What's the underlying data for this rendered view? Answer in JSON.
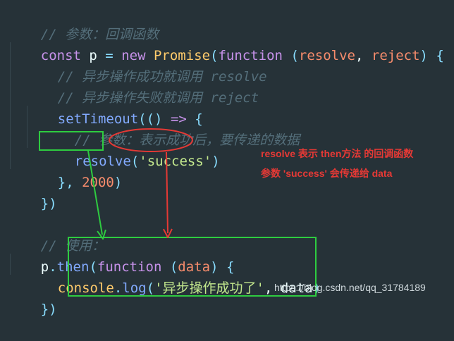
{
  "code": {
    "l1_comment": "// 参数：回调函数",
    "l2": {
      "kw_const": "const",
      "var_p": " p ",
      "eq": "=",
      "kw_new": " new ",
      "cls_promise": "Promise",
      "paren_open": "(",
      "kw_function": "function",
      "space": " ",
      "args_open": "(",
      "param_resolve": "resolve",
      "comma": ", ",
      "param_reject": "reject",
      "args_close": ")",
      "brace": " {"
    },
    "l3_comment": "// 异步操作成功就调用 resolve",
    "l4_comment": "// 异步操作失败就调用 reject",
    "l5": {
      "fn_settimeout": "setTimeout",
      "paren": "((",
      "close": ")",
      "arrow": " =>",
      "brace": " {"
    },
    "l6_comment": "// 参数：表示成功后，要传递的数据",
    "l7": {
      "fn_resolve": "resolve",
      "paren_open": "(",
      "str_success": "'success'",
      "paren_close": ")"
    },
    "l8": {
      "close": "}, ",
      "num_delay": "2000",
      "paren": ")"
    },
    "l9": "})",
    "l11_comment": "// 使用：",
    "l12": {
      "var_p": "p",
      "dot": ".",
      "fn_then": "then",
      "paren_open": "(",
      "kw_function": "function",
      "args_open": " (",
      "param_data": "data",
      "args_close": ")",
      "brace": " {"
    },
    "l13": {
      "obj_console": "console",
      "dot": ".",
      "fn_log": "log",
      "paren_open": "(",
      "str_msg": "'异步操作成功了'",
      "comma": ", ",
      "arg_data": "data",
      "paren_close": ")"
    },
    "l14": "})"
  },
  "annotation": {
    "line1": "resolve 表示 then方法 的回调函数",
    "line2": "参数 'success' 会传递给 data"
  },
  "watermark": "https://blog.csdn.net/qq_31784189",
  "colors": {
    "background": "#263238",
    "green_box": "#2ecc40",
    "red_ellipse": "#e53935",
    "annotation_text": "#e53935"
  }
}
